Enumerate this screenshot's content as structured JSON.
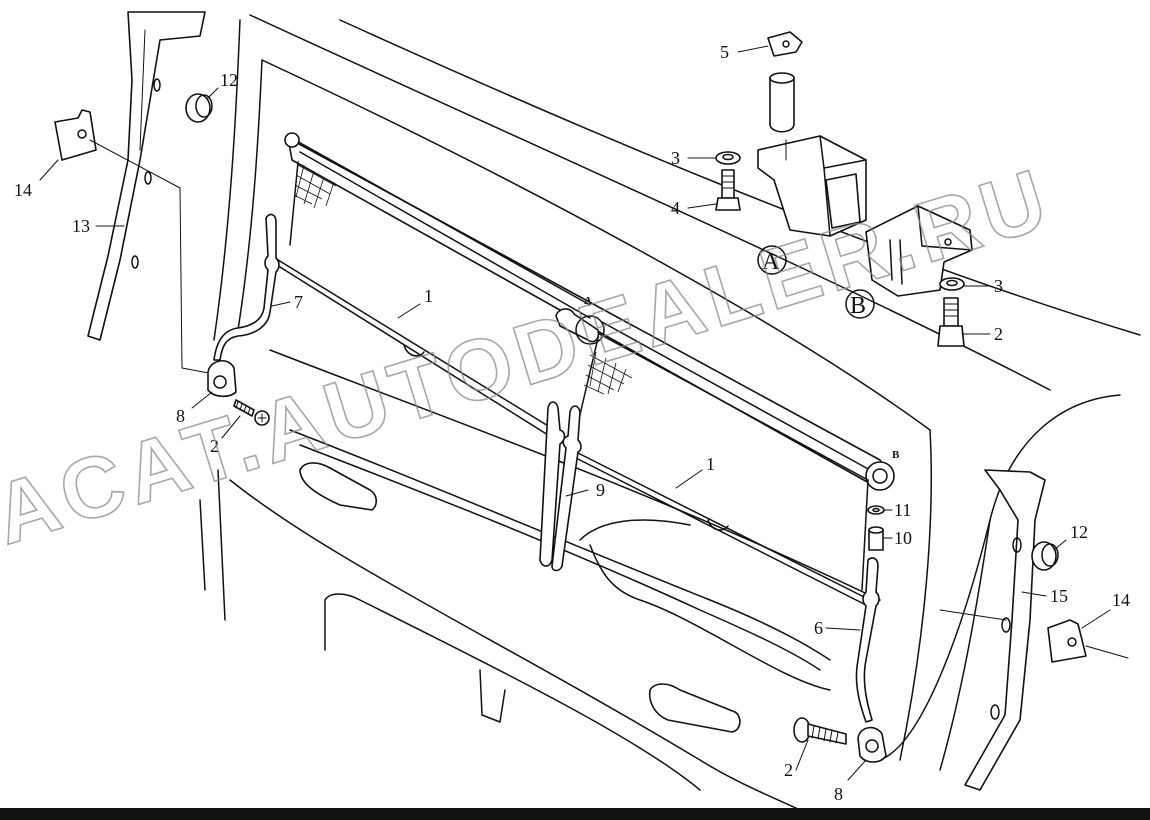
{
  "labels": {
    "n1": "1",
    "n1b": "1",
    "n2a": "2",
    "n2b": "2",
    "n2c": "2",
    "n3a": "3",
    "n3b": "3",
    "n4": "4",
    "n5": "5",
    "n6": "6",
    "n7": "7",
    "n8a": "8",
    "n8b": "8",
    "n9": "9",
    "n10": "10",
    "n11": "11",
    "n12a": "12",
    "n12b": "12",
    "n13": "13",
    "n14a": "14",
    "n14b": "14",
    "n15": "15"
  },
  "details": {
    "a_circle": "A",
    "b_circle": "B",
    "a_marker": "A",
    "b_marker": "B"
  },
  "watermark": "ACAT.AUTODEALER.RU",
  "colors": {
    "line": "#111111",
    "background": "#ffffff",
    "watermark": "#8a8a8a"
  }
}
